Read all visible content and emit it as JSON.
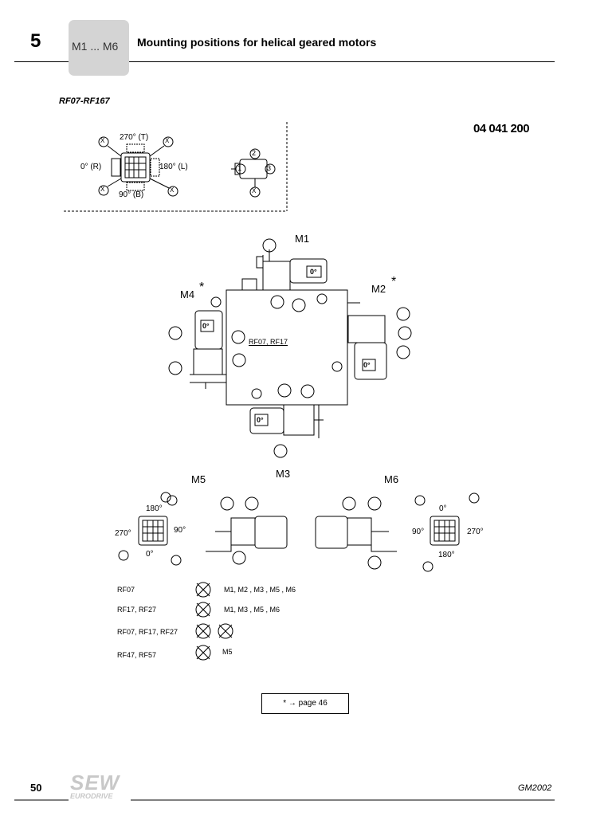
{
  "header": {
    "chapter_number": "5",
    "chapter_tab": "M1 ... M6",
    "title": "Mounting positions for helical geared motors"
  },
  "subtitle": "RF07-RF167",
  "drawing_code": "04 041 200",
  "terminal_box": {
    "top": "270° (T)",
    "left": "0° (R)",
    "right": "180° (L)",
    "bottom": "90° (B)",
    "x_mark": "X"
  },
  "cable_entries": [
    "2",
    "1",
    "3"
  ],
  "positions": {
    "m1": "M1",
    "m2": "M2",
    "m3": "M3",
    "m4": "M4",
    "m5": "M5",
    "m6": "M6",
    "asterisk": "*",
    "center_label": "RF07, RF17",
    "box_angle": "0°"
  },
  "m5_box": {
    "top": "180°",
    "left": "270°",
    "right": "90°",
    "bottom": "0°"
  },
  "m6_box": {
    "top": "0°",
    "left": "90°",
    "right": "270°",
    "bottom": "180°"
  },
  "legend": [
    {
      "label": "RF07",
      "positions": "M1, M2 , M3 , M5 , M6"
    },
    {
      "label": "RF17, RF27",
      "positions": "M1, M3 , M5 , M6"
    },
    {
      "label": "RF07, RF17, RF27",
      "positions": ""
    },
    {
      "label": "RF47, RF57",
      "positions": "M5"
    }
  ],
  "footnote": "* → page 46",
  "footer": {
    "page_number": "50",
    "brand_top": "SEW",
    "brand_bottom": "EURODRIVE",
    "doc_code": "GM2002"
  }
}
